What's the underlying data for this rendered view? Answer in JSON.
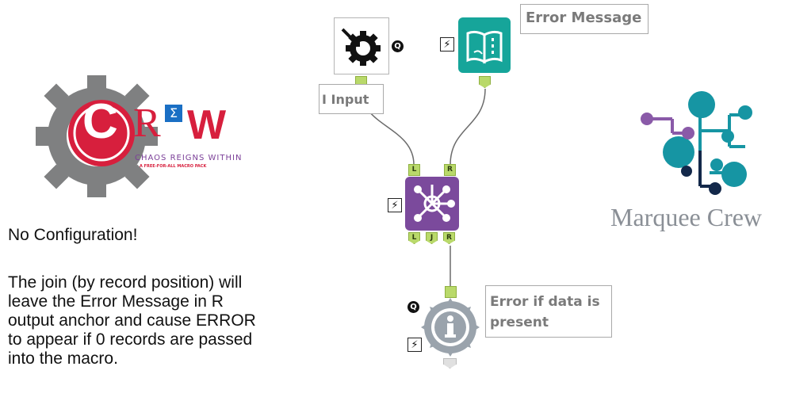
{
  "crew_logo": {
    "letter_c": "C",
    "letters_r": "R",
    "letters_sigma": "Σ",
    "letters_w": "W",
    "tagline": "CHAOS REIGNS WITHIN",
    "subtag": "A FREE-FOR-ALL MACRO PACK",
    "colors": {
      "gear": "#7f8081",
      "red": "#d71f3d",
      "purple": "#7b3f98"
    }
  },
  "description": {
    "heading": "No Configuration!",
    "body_lines": [
      "The join (by record position) will",
      "leave the Error Message in R",
      "output anchor and cause ERROR",
      "to appear if 0 records are passed",
      "into the macro."
    ]
  },
  "workflow": {
    "input_tool": {
      "annotation": "I Input",
      "icon": "macro-input-icon",
      "badge": "Q"
    },
    "text_input_tool": {
      "annotation": "Error Message",
      "icon": "text-input-book-icon",
      "badge": "⚡"
    },
    "join_tool": {
      "icon": "join-hub-icon",
      "input_anchors": [
        "L",
        "R"
      ],
      "output_anchors": [
        "L",
        "J",
        "R"
      ],
      "badge": "⚡"
    },
    "message_tool": {
      "annotation_lines": [
        "Error if data is",
        "present"
      ],
      "icon": "info-icon",
      "badges": [
        "Q",
        "⚡"
      ]
    },
    "colors": {
      "input_anchor": "#b9d96a",
      "join": "#7b4a9c",
      "text_input": "#16a59a",
      "message": "#9aa3ac"
    }
  },
  "marquee_logo": {
    "text": "Marquee Crew",
    "colors": {
      "teal": "#1695a3",
      "purple": "#8a5aa8",
      "navy": "#13284a",
      "text": "#8a8f96"
    }
  }
}
